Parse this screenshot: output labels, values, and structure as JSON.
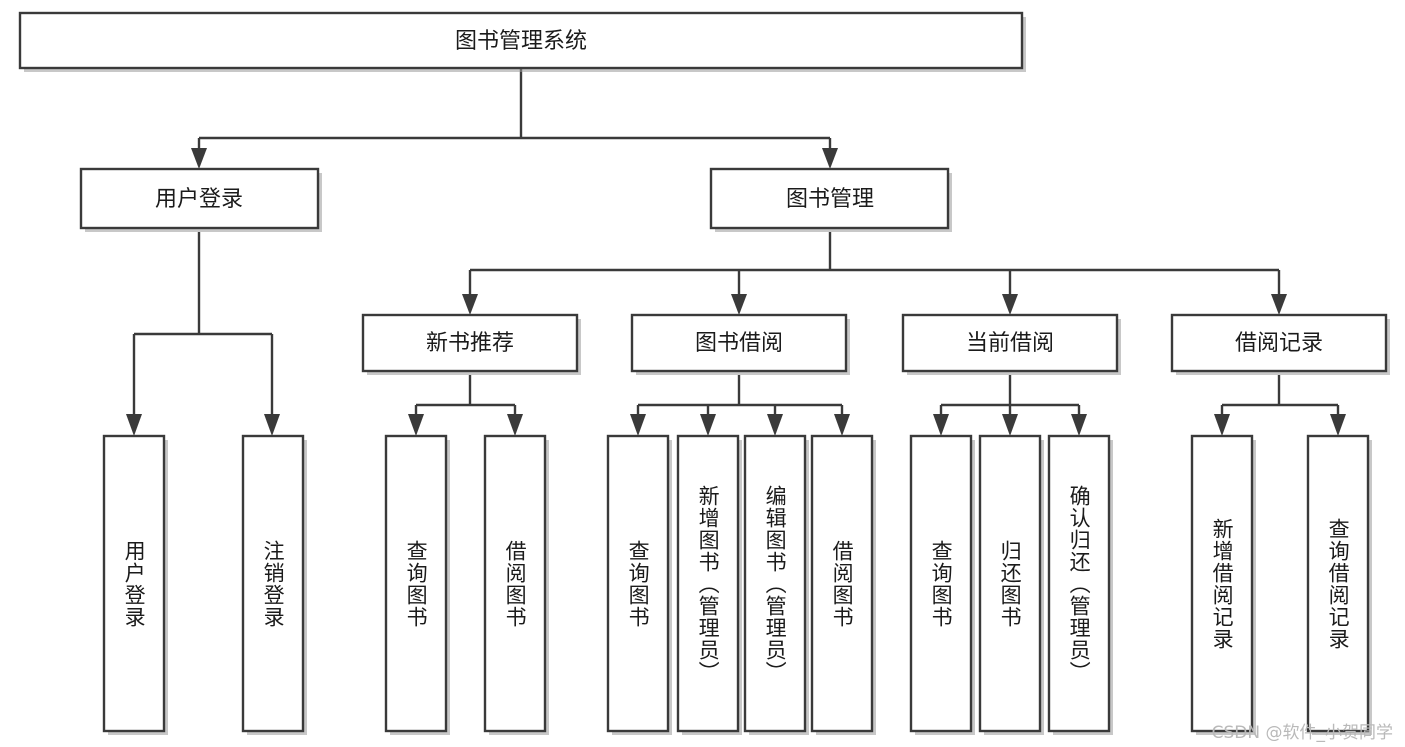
{
  "diagram": {
    "type": "tree-hierarchy",
    "title": "图书管理系统",
    "orientation": "top-down",
    "colors": {
      "box_fill": "#ffffff",
      "box_stroke": "#3a3a3a",
      "connector": "#3a3a3a",
      "text": "#1b1b1b",
      "watermark": "#b9b9b9",
      "background": "#ffffff"
    },
    "root": {
      "label": "图书管理系统"
    },
    "level2": [
      {
        "label": "用户登录"
      },
      {
        "label": "图书管理"
      }
    ],
    "level3": [
      {
        "label": "新书推荐"
      },
      {
        "label": "图书借阅"
      },
      {
        "label": "当前借阅"
      },
      {
        "label": "借阅记录"
      }
    ],
    "leaves": {
      "user_login": [
        {
          "label": "用户登录"
        },
        {
          "label": "注销登录"
        }
      ],
      "new_book_recommend": [
        {
          "label": "查询图书"
        },
        {
          "label": "借阅图书"
        }
      ],
      "book_borrow": [
        {
          "label": "查询图书"
        },
        {
          "label": "新增图书（管理员）"
        },
        {
          "label": "编辑图书（管理员）"
        },
        {
          "label": "借阅图书"
        }
      ],
      "current_borrow": [
        {
          "label": "查询图书"
        },
        {
          "label": "归还图书"
        },
        {
          "label": "确认归还（管理员）"
        }
      ],
      "borrow_record": [
        {
          "label": "新增借阅记录"
        },
        {
          "label": "查询借阅记录"
        }
      ]
    },
    "watermark": "CSDN @软件_小贺同学"
  }
}
